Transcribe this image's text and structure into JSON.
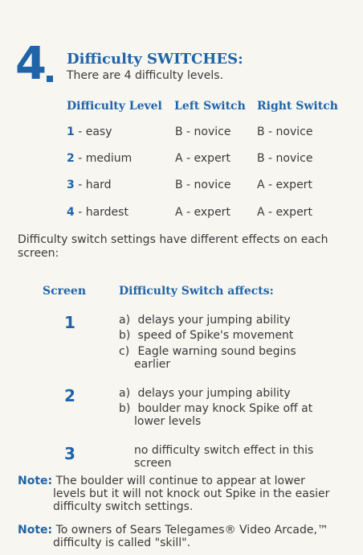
{
  "section": {
    "number": "4",
    "title": "Difficulty SWITCHES:",
    "subtitle": "There are 4 difficulty levels."
  },
  "levels_table": {
    "headers": [
      "Difficulty Level",
      "Left Switch",
      "Right Switch"
    ],
    "rows": [
      {
        "num": "1",
        "label": " - easy",
        "left": "B - novice",
        "right": "B - novice"
      },
      {
        "num": "2",
        "label": " - medium",
        "left": "A - expert",
        "right": "B - novice"
      },
      {
        "num": "3",
        "label": " - hard",
        "left": "B - novice",
        "right": "A - expert"
      },
      {
        "num": "4",
        "label": " - hardest",
        "left": "A - expert",
        "right": "A - expert"
      }
    ]
  },
  "paragraph": "Difficulty switch settings have different effects on each screen:",
  "effects": {
    "header_screen": "Screen",
    "header_affects": "Difficulty Switch affects:",
    "screens": [
      {
        "num": "1",
        "items": [
          {
            "label": "a)",
            "line1": "delays your jumping ability",
            "line2": ""
          },
          {
            "label": "b)",
            "line1": "speed of Spike's movement",
            "line2": ""
          },
          {
            "label": "c)",
            "line1": "Eagle warning sound begins",
            "line2": "earlier"
          }
        ]
      },
      {
        "num": "2",
        "items": [
          {
            "label": "a)",
            "line1": "delays your jumping ability",
            "line2": ""
          },
          {
            "label": "b)",
            "line1": "boulder may knock Spike off at",
            "line2": "lower levels"
          }
        ]
      },
      {
        "num": "3",
        "items": [
          {
            "label": "",
            "line1": "no difficulty switch effect in this",
            "line2": "screen"
          }
        ]
      }
    ]
  },
  "notes": [
    {
      "label": "Note:",
      "line1": " The boulder will continue to appear at lower",
      "rest": "levels but it will not knock out Spike in the easier difficulty switch settings."
    },
    {
      "label": "Note:",
      "line1": " To owners of Sears Telegames® Video Arcade,™",
      "rest": "difficulty is called \"skill\"."
    }
  ]
}
